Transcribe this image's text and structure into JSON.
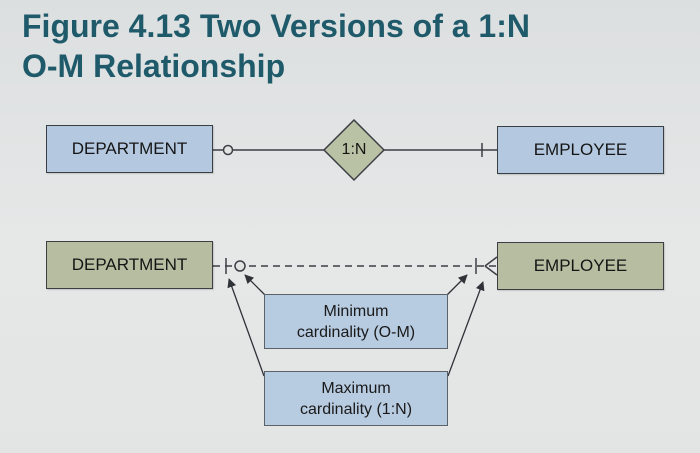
{
  "figure": {
    "title_line1": "Figure 4.13 Two Versions of a 1:N",
    "title_line2": "O-M Relationship"
  },
  "diagram_top": {
    "left_entity": "DEPARTMENT",
    "relationship": "1:N",
    "right_entity": "EMPLOYEE"
  },
  "diagram_bottom": {
    "left_entity": "DEPARTMENT",
    "right_entity": "EMPLOYEE",
    "min_note_line1": "Minimum",
    "min_note_line2": "cardinality (O-M)",
    "max_note_line1": "Maximum",
    "max_note_line2": "cardinality (1:N)"
  },
  "colors": {
    "title": "#1f5a6b",
    "entity_blue": "#b4c8df",
    "entity_green": "#b6bda0",
    "relationship_fill": "#b9c2a4",
    "line": "#3b3f44"
  }
}
